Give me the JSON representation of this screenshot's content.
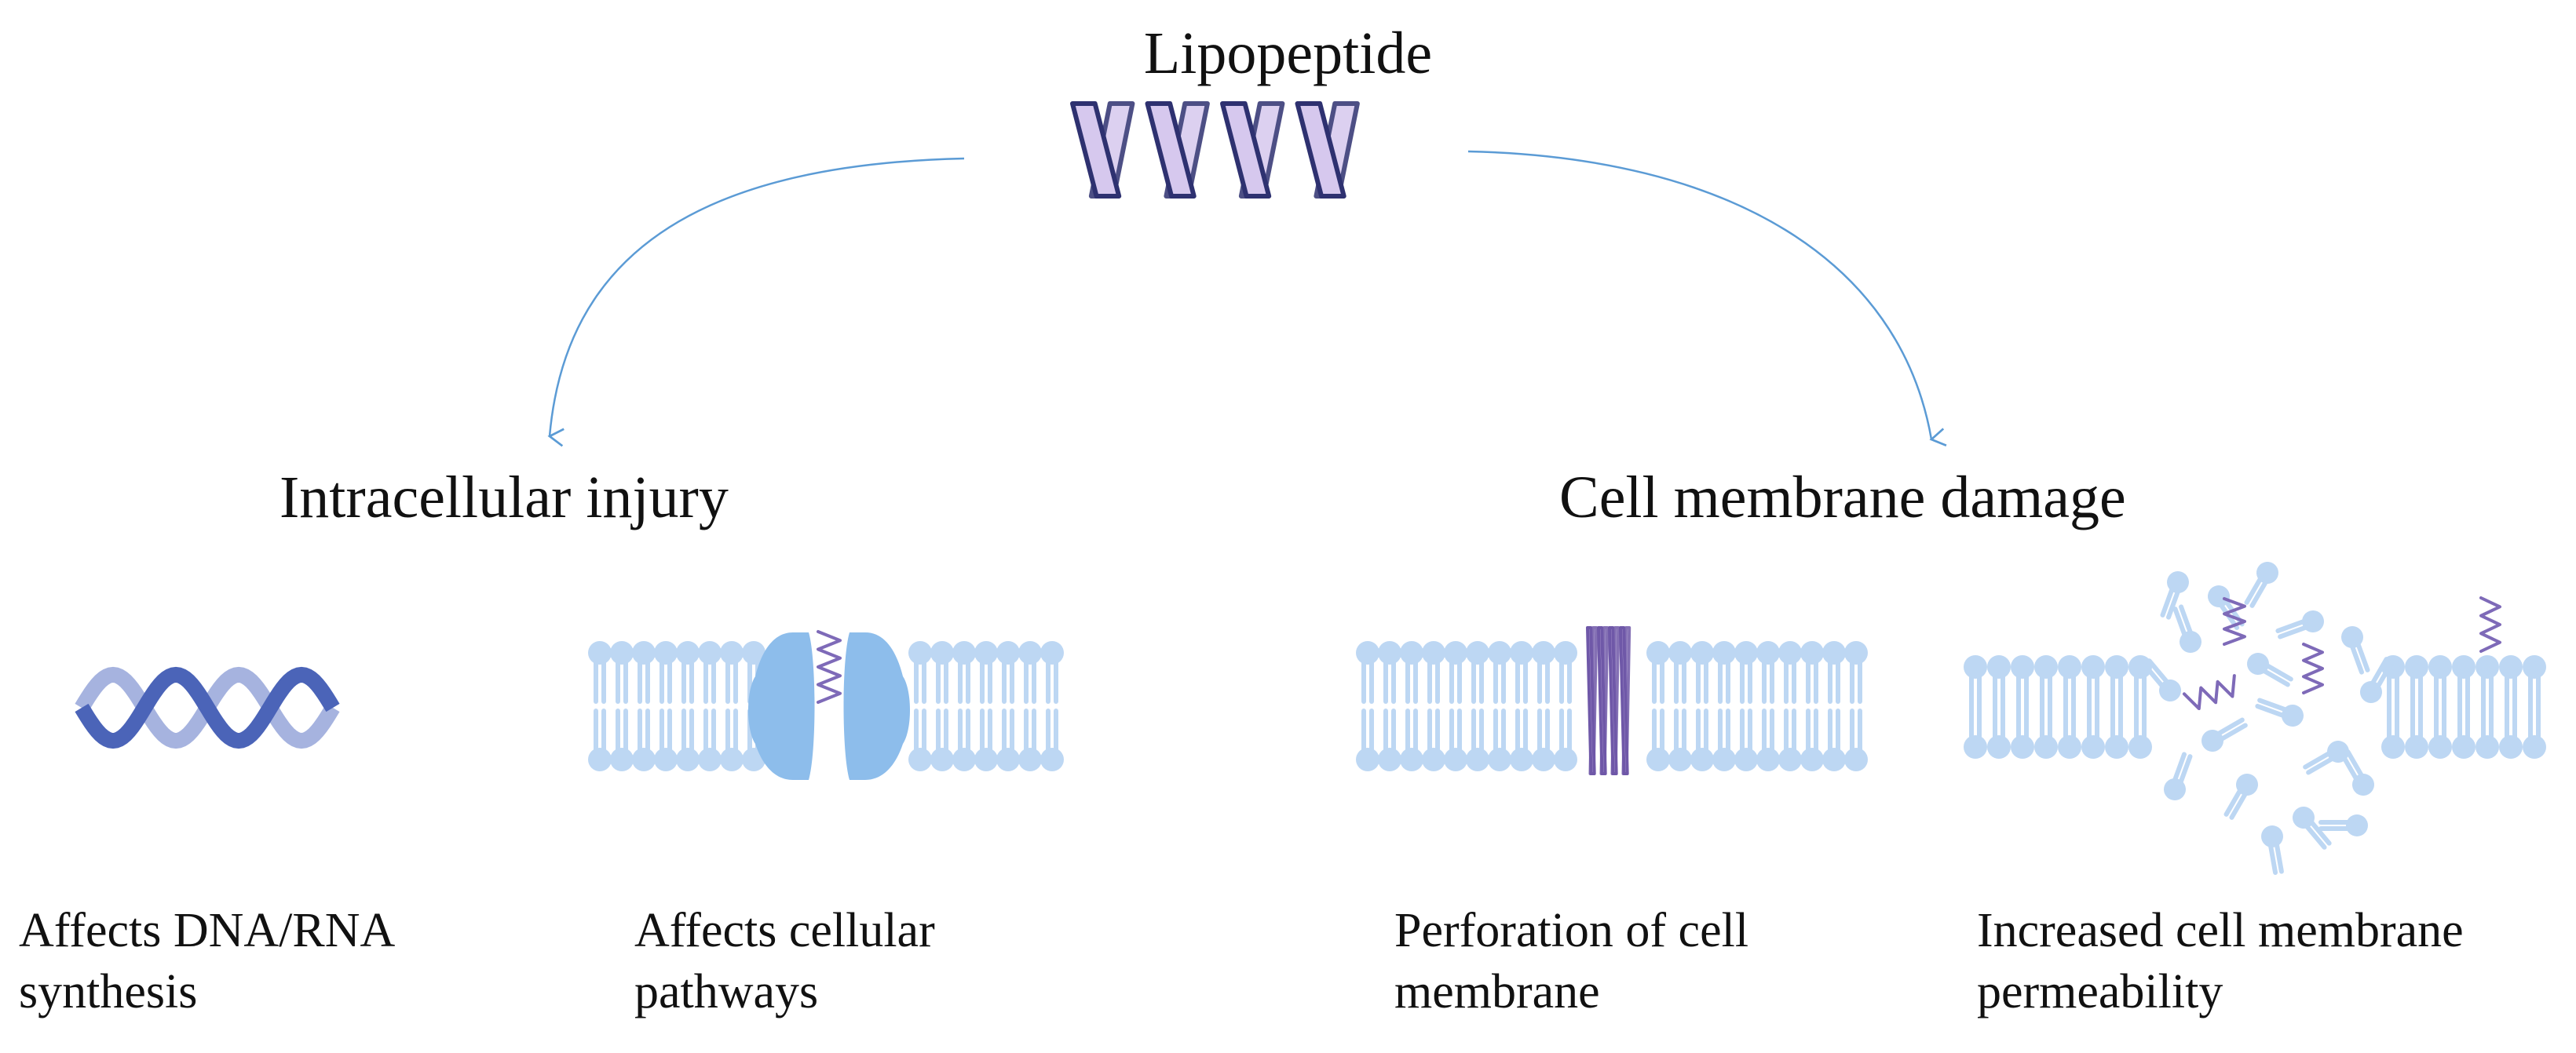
{
  "title": "Lipopeptide",
  "branches": [
    {
      "heading": "Intracellular injury",
      "panels": [
        {
          "caption_lines": [
            "Affects DNA/RNA",
            "synthesis"
          ],
          "icon": "dna-double-helix-icon"
        },
        {
          "caption_lines": [
            "Affects cellular",
            "pathways"
          ],
          "icon": "membrane-channel-icon"
        }
      ]
    },
    {
      "heading": "Cell membrane damage",
      "panels": [
        {
          "caption_lines": [
            "Perforation of cell",
            "membrane"
          ],
          "icon": "membrane-pore-icon"
        },
        {
          "caption_lines": [
            "Increased cell membrane",
            "permeability"
          ],
          "icon": "disrupted-membrane-icon"
        }
      ]
    }
  ],
  "colors": {
    "arrow": "#5b9bd5",
    "lipid": "#bdd7f3",
    "protein": "#8dbdeb",
    "helix_fill": "#d6c8ee",
    "helix_edge": "#2e3170",
    "dna_dark": "#4b64b8",
    "dna_light": "#a6b3df",
    "peptide": "#7e6ab8"
  }
}
